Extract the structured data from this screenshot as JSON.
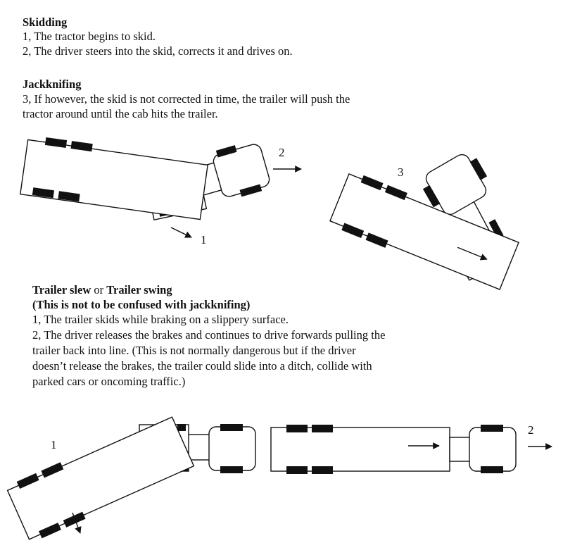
{
  "section_skidding": {
    "heading": "Skidding",
    "line1": "1, The tractor begins to skid.",
    "line2": "2, The driver steers into the skid, corrects it and drives on."
  },
  "section_jackknifing": {
    "heading": "Jackknifing",
    "line1": "3, If however, the skid is not corrected in time, the trailer will push the",
    "line2": "tractor around until the cab hits the trailer."
  },
  "section_slew": {
    "heading_part1": "Trailer slew",
    "heading_or": " or ",
    "heading_part2": "Trailer swing",
    "subheading": "(This is not to be confused with jackknifing)",
    "line1": "1, The trailer skids while braking on a slippery surface.",
    "line2": "2, The driver releases the brakes and continues to drive forwards pulling the",
    "line3": "trailer back into line. (This is not normally dangerous but if the driver",
    "line4": "doesn’t release the brakes, the trailer could slide into a ditch, collide with",
    "line5": "parked cars or oncoming traffic.)"
  },
  "diagram_labels": {
    "skid_step1": "1",
    "skid_step2": "2",
    "jackknife_step3": "3",
    "slew_step1": "1",
    "slew_step2": "2"
  }
}
